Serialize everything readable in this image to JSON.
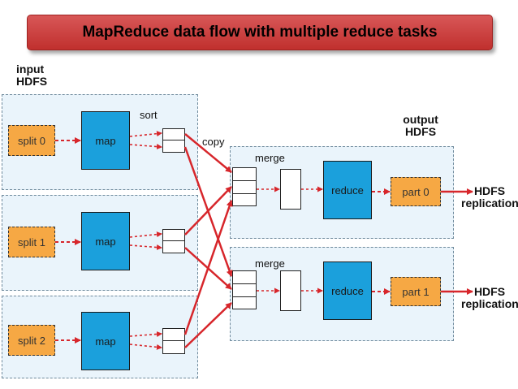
{
  "title": "MapReduce data flow with multiple reduce tasks",
  "labels": {
    "input_line1": "input",
    "input_line2": "HDFS",
    "output_line1": "output",
    "output_line2": "HDFS",
    "sort": "sort",
    "copy": "copy",
    "merge_top": "merge",
    "merge_bottom": "merge",
    "hdfs_repl_1_line1": "HDFS",
    "hdfs_repl_1_line2": "replication",
    "hdfs_repl_2_line1": "HDFS",
    "hdfs_repl_2_line2": "replication"
  },
  "splits": [
    "split 0",
    "split 1",
    "split 2"
  ],
  "maps": [
    "map",
    "map",
    "map"
  ],
  "reduces": [
    "reduce",
    "reduce"
  ],
  "parts": [
    "part 0",
    "part 1"
  ],
  "colors": {
    "banner": "#c93a38",
    "panel": "#eaf4fb",
    "split": "#f6a844",
    "task": "#1ba0dc",
    "arrow": "#d7262b"
  }
}
